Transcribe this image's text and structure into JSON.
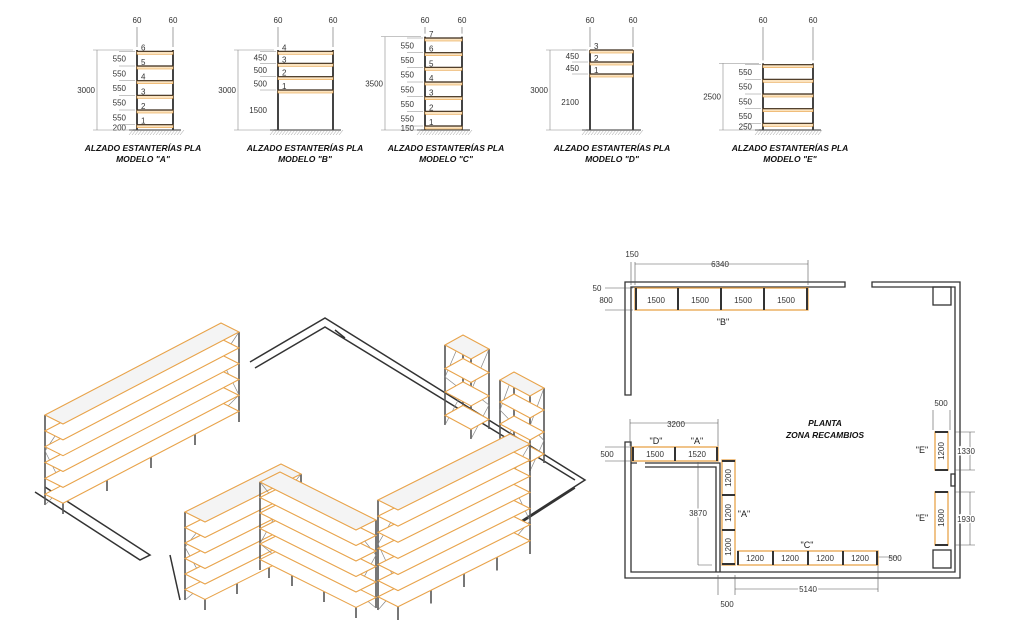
{
  "elevations": [
    {
      "title": "ALZADO ESTANTERÍAS PLA",
      "model": "MODELO \"A\"",
      "posts": [
        "60",
        "60"
      ],
      "total": "3000",
      "total_mm": 3000,
      "spacings": [
        "200",
        "550",
        "550",
        "550",
        "550",
        "550"
      ],
      "spacings_mm": [
        200,
        550,
        550,
        550,
        550,
        550
      ],
      "shelf_numbers": [
        "1",
        "2",
        "3",
        "4",
        "5",
        "6"
      ]
    },
    {
      "title": "ALZADO ESTANTERÍAS PLA",
      "model": "MODELO \"B\"",
      "posts": [
        "60",
        "60"
      ],
      "total": "3000",
      "total_mm": 3000,
      "spacings": [
        "1500",
        "500",
        "500",
        "450"
      ],
      "spacings_mm": [
        1500,
        500,
        500,
        450
      ],
      "shelf_numbers": [
        "1",
        "2",
        "3",
        "4"
      ]
    },
    {
      "title": "ALZADO ESTANTERÍAS PLA",
      "model": "MODELO \"C\"",
      "posts": [
        "60",
        "60"
      ],
      "total": "3500",
      "total_mm": 3500,
      "spacings": [
        "150",
        "550",
        "550",
        "550",
        "550",
        "550",
        "550"
      ],
      "spacings_mm": [
        150,
        550,
        550,
        550,
        550,
        550,
        550
      ],
      "shelf_numbers": [
        "1",
        "2",
        "3",
        "4",
        "5",
        "6",
        "7"
      ]
    },
    {
      "title": "ALZADO ESTANTERÍAS PLA",
      "model": "MODELO \"D\"",
      "posts": [
        "60",
        "60"
      ],
      "total": "3000",
      "total_mm": 3000,
      "spacings": [
        "2100",
        "450",
        "450"
      ],
      "spacings_mm": [
        2100,
        450,
        450
      ],
      "shelf_numbers": [
        "1",
        "2",
        "3"
      ]
    },
    {
      "title": "ALZADO ESTANTERÍAS PLA",
      "model": "MODELO \"E\"",
      "posts": [
        "60",
        "60"
      ],
      "total": "2500",
      "total_mm": 2500,
      "spacings": [
        "250",
        "550",
        "550",
        "550",
        "550"
      ],
      "spacings_mm": [
        250,
        550,
        550,
        550,
        550
      ],
      "shelf_numbers": []
    }
  ],
  "plan": {
    "title": "PLANTA",
    "subtitle": "ZONA RECAMBIOS",
    "dims": {
      "d150": "150",
      "d6340": "6340",
      "d50": "50",
      "d800": "800",
      "d3200": "3200",
      "d500_left": "500",
      "d3870": "3870",
      "d500_right": "500",
      "d5140": "5140",
      "d500_bottom": "500",
      "d500_e": "500",
      "d1330": "1330",
      "d1930": "1930"
    },
    "labels": {
      "b": "\"B\"",
      "d": "\"D\"",
      "a_top": "\"A\"",
      "a_side": "\"A\"",
      "c": "\"C\"",
      "e1": "\"E\"",
      "e2": "\"E\""
    },
    "row_b": [
      "1500",
      "1500",
      "1500",
      "1500"
    ],
    "row_da": [
      "1500",
      "1520"
    ],
    "row_a": [
      "1200",
      "1200",
      "1200"
    ],
    "row_c": [
      "1200",
      "1200",
      "1200",
      "1200"
    ],
    "e1": "1200",
    "e2": "1800"
  },
  "colors": {
    "shelf": "#e8a34a",
    "line": "#333333"
  }
}
